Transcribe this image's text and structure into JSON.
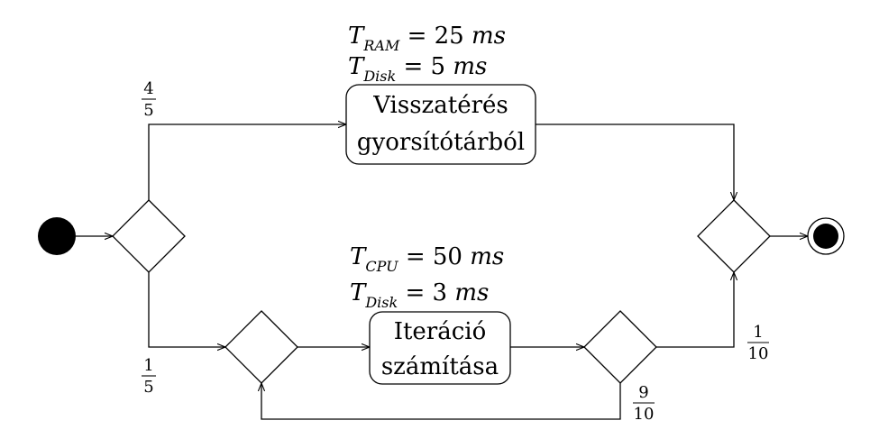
{
  "upper_labels": {
    "line1": {
      "var": "T",
      "sub": "RAM",
      "rhs": " = 25 ",
      "unit": "ms"
    },
    "line2": {
      "var": "T",
      "sub": "Disk",
      "rhs": " = 5 ",
      "unit": "ms"
    }
  },
  "lower_labels": {
    "line1": {
      "var": "T",
      "sub": "CPU",
      "rhs": " = 50 ",
      "unit": "ms"
    },
    "line2": {
      "var": "T",
      "sub": "Disk",
      "rhs": " = 3 ",
      "unit": "ms"
    }
  },
  "boxes": {
    "cache": {
      "line1": "Visszatérés",
      "line2": "gyorsítótárból"
    },
    "iteration": {
      "line1": "Iteráció",
      "line2": "számítása"
    }
  },
  "probabilities": {
    "upper": {
      "num": "4",
      "den": "5"
    },
    "lower": {
      "num": "1",
      "den": "5"
    },
    "exit": {
      "num": "1",
      "den": "10"
    },
    "loop": {
      "num": "9",
      "den": "10"
    }
  },
  "colors": {
    "stroke": "#000000",
    "fill": "#ffffff",
    "node": "#000000"
  }
}
